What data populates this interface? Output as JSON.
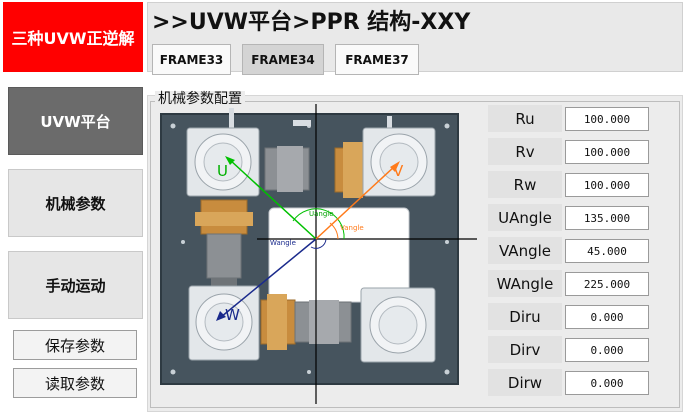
{
  "sidebar": {
    "brand": "三种UVW正逆解",
    "nav": [
      "UVW平台",
      "机械参数",
      "手动运动"
    ],
    "actions": [
      "保存参数",
      "读取参数"
    ]
  },
  "header": {
    "title": ">>UVW平台>PPR 结构-XXY",
    "tabs": [
      "FRAME33",
      "FRAME34",
      "FRAME37"
    ]
  },
  "main": {
    "group_title": "机械参数配置",
    "diagram_labels": {
      "u": "U",
      "v": "V",
      "w": "W",
      "uangle": "Uangle",
      "vangle": "Vangle",
      "wangle": "Wangle"
    },
    "params": [
      {
        "label": "Ru",
        "value": "100.000"
      },
      {
        "label": "Rv",
        "value": "100.000"
      },
      {
        "label": "Rw",
        "value": "100.000"
      },
      {
        "label": "UAngle",
        "value": "135.000"
      },
      {
        "label": "VAngle",
        "value": "45.000"
      },
      {
        "label": "WAngle",
        "value": "225.000"
      },
      {
        "label": "Diru",
        "value": "0.000"
      },
      {
        "label": "Dirv",
        "value": "0.000"
      },
      {
        "label": "Dirw",
        "value": "0.000"
      }
    ]
  },
  "colors": {
    "brand": "#ff0000",
    "u_vector": "#00c000",
    "v_vector": "#ff7a1a",
    "w_vector": "#1a2a8c",
    "plate": "#46545e"
  }
}
